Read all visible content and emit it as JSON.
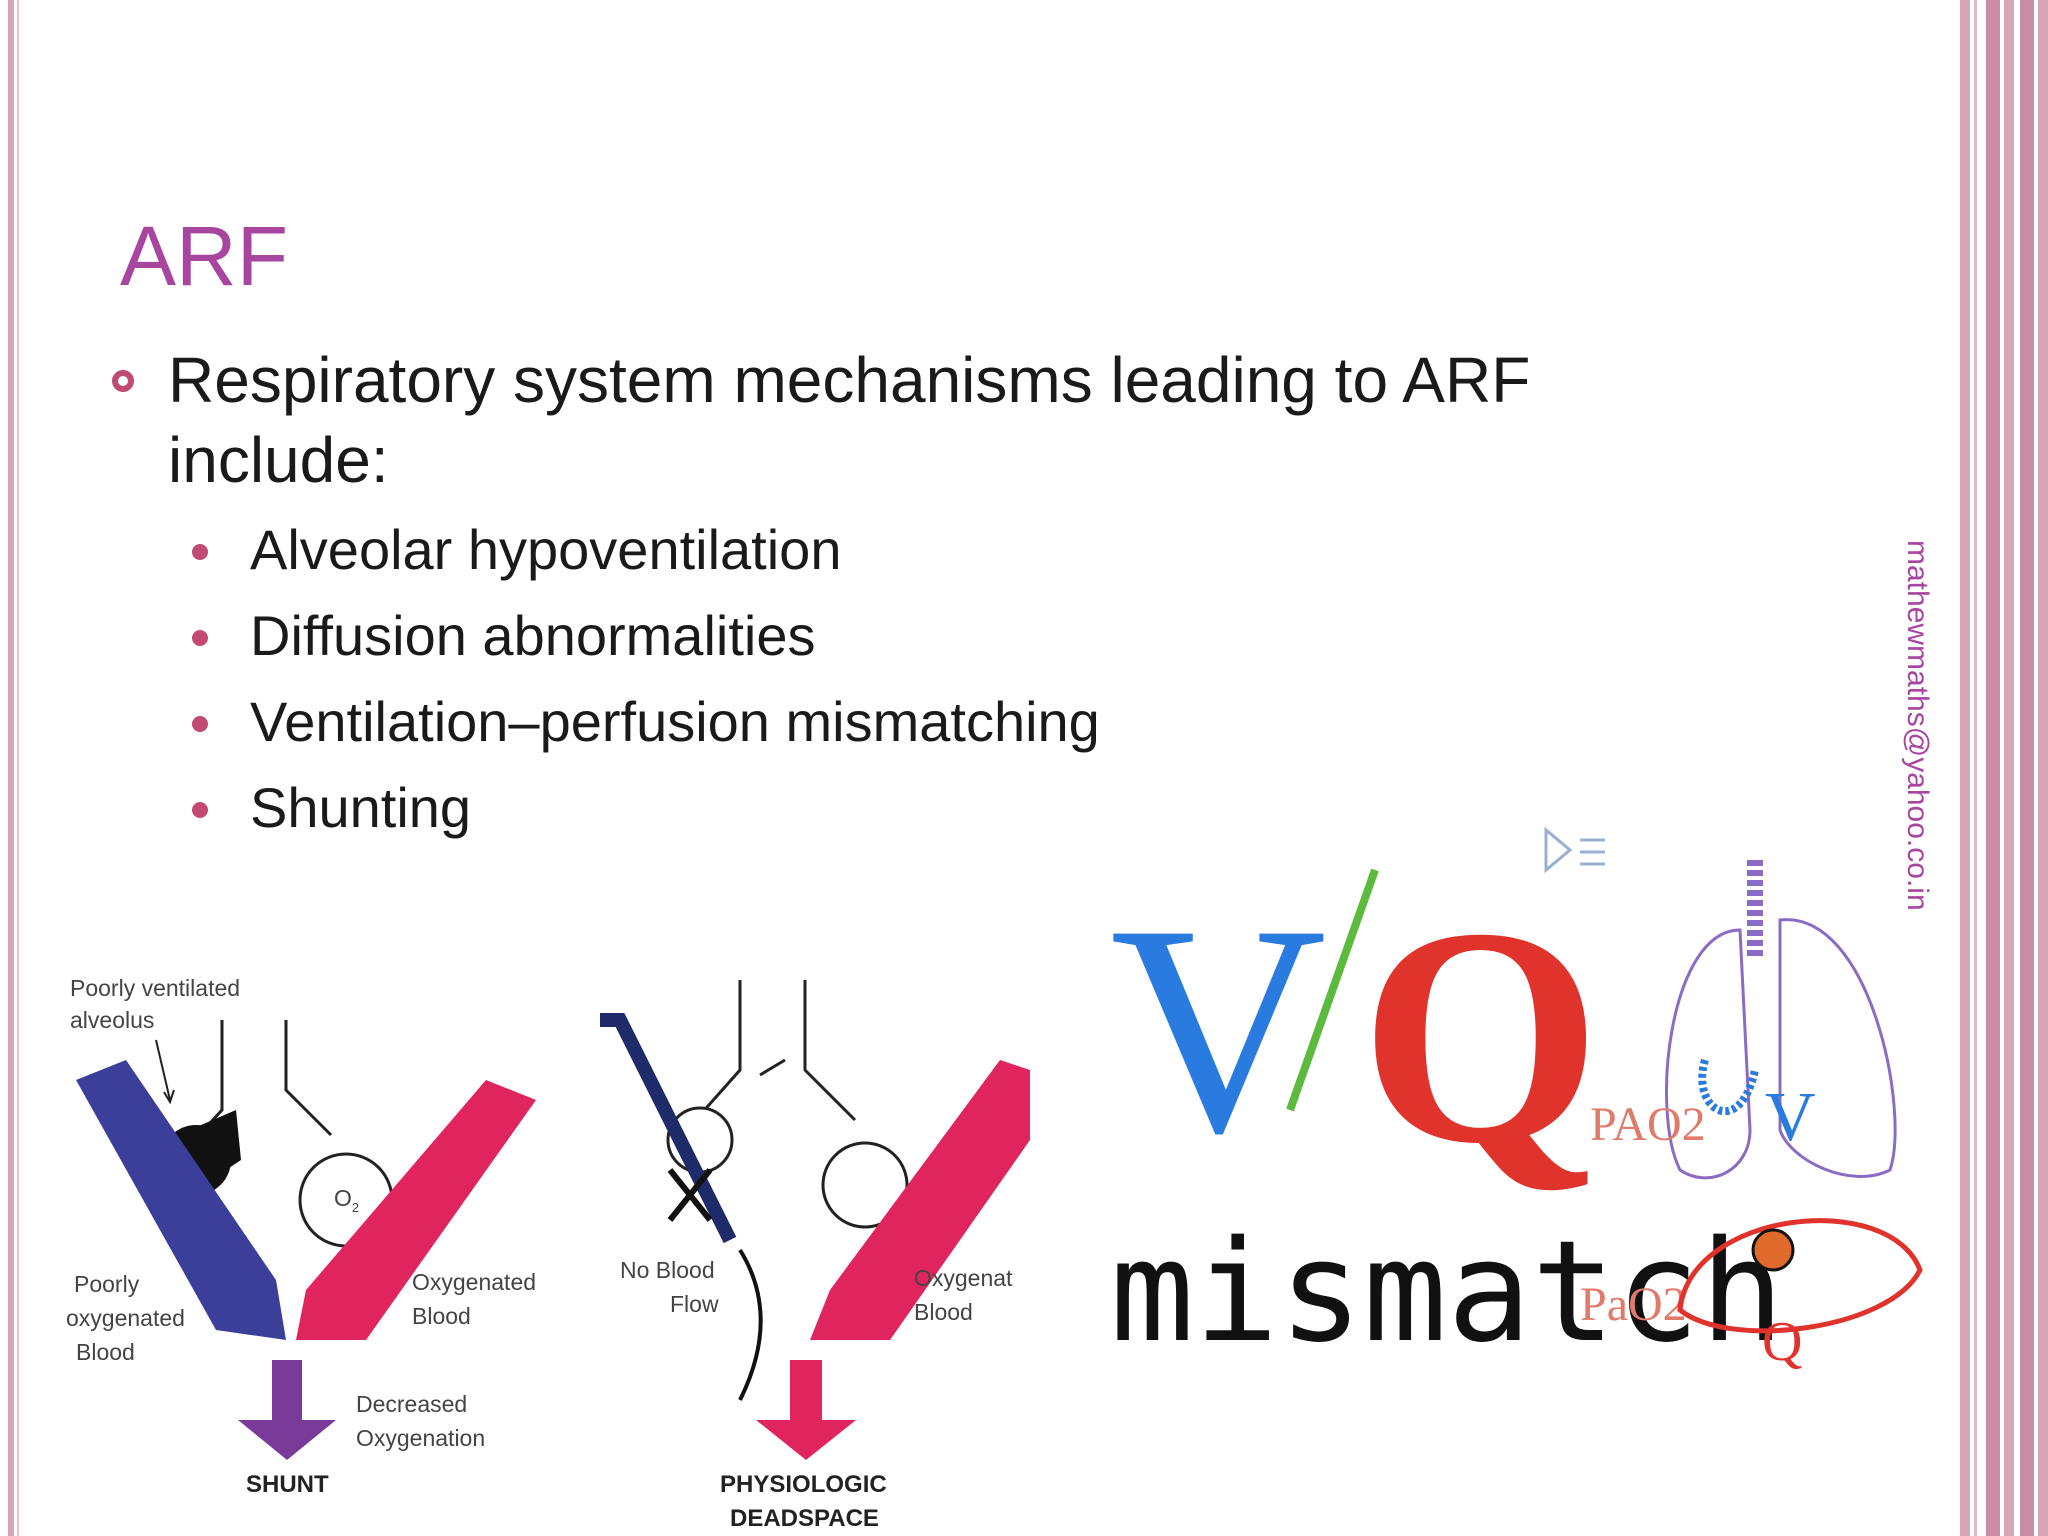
{
  "slide": {
    "title": "ARF",
    "main_bullet": "Respiratory system mechanisms leading to ARF include:",
    "sub_bullets": [
      "Alveolar hypoventilation",
      "Diffusion abnormalities",
      "Ventilation–perfusion mismatching",
      "Shunting"
    ],
    "email": "mathewmaths@yahoo.co.in"
  },
  "shunt_figure": {
    "poorly_ventilated": [
      "Poorly ventilated",
      "alveolus"
    ],
    "poorly_oxygenated": [
      "Poorly",
      "oxygenated",
      "Blood"
    ],
    "oxygenated": [
      "Oxygenated",
      "Blood"
    ],
    "decreased": [
      "Decreased",
      "Oxygenation"
    ],
    "o2": "O",
    "sub2": "2",
    "caption": "SHUNT"
  },
  "deadspace_figure": {
    "no_blood": [
      "No Blood",
      "Flow"
    ],
    "oxygenated": [
      "Oxygenat",
      "Blood"
    ],
    "caption": [
      "PHYSIOLOGIC",
      "DEADSPACE"
    ]
  },
  "vq_figure": {
    "v": "V",
    "q": "Q",
    "mismatch": "mismatch",
    "pao2_alv": "PAO2",
    "pao2_art": "PaO2",
    "v_small": "V",
    "q_small": "Q"
  },
  "colors": {
    "title": "#a8459f",
    "bullet": "#c14a72",
    "blue_vessel": "#3b3f99",
    "red_vessel": "#e0245e",
    "purple_arrow": "#7a3a9a"
  }
}
